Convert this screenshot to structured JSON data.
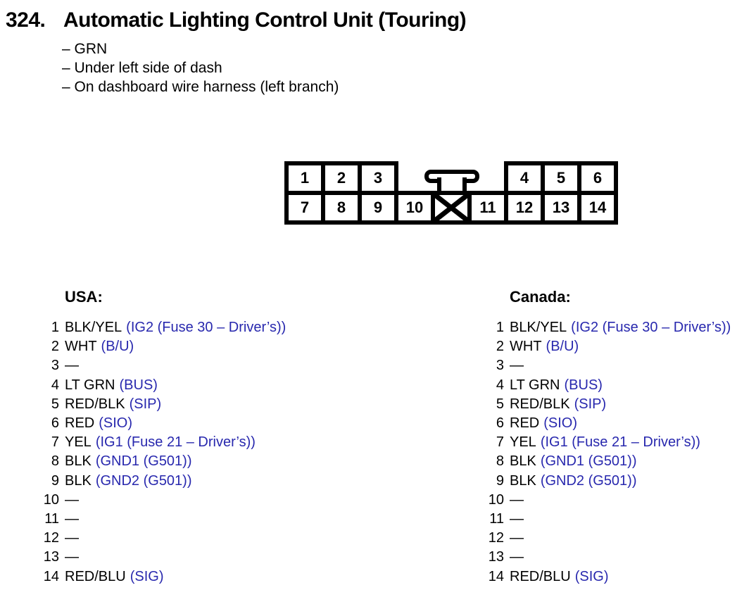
{
  "title": {
    "number": "324.",
    "text": "Automatic Lighting Control Unit (Touring)"
  },
  "notes": [
    "– GRN",
    "– Under left side of dash",
    "– On dashboard wire harness (left branch)"
  ],
  "connector": {
    "top_left_pins": [
      "1",
      "2",
      "3"
    ],
    "top_right_pins": [
      "4",
      "5",
      "6"
    ],
    "bottom_left_pins": [
      "7",
      "8",
      "9",
      "10"
    ],
    "bottom_right_pins": [
      "11",
      "12",
      "13",
      "14"
    ],
    "blocked_cavity": "X",
    "latch_tab": "t-shaped-keyway"
  },
  "colors": {
    "signal_blue": "#2828ae",
    "ink_black": "#000000"
  },
  "columns": [
    {
      "header": "USA:",
      "pins": [
        {
          "num": "1",
          "wire": "BLK/YEL",
          "signal": "(IG2 (Fuse 30 – Driver’s))"
        },
        {
          "num": "2",
          "wire": "WHT",
          "signal": "(B/U)"
        },
        {
          "num": "3",
          "wire": "—",
          "signal": ""
        },
        {
          "num": "4",
          "wire": "LT GRN",
          "signal": "(BUS)"
        },
        {
          "num": "5",
          "wire": "RED/BLK",
          "signal": "(SIP)"
        },
        {
          "num": "6",
          "wire": "RED",
          "signal": "(SIO)"
        },
        {
          "num": "7",
          "wire": "YEL",
          "signal": "(IG1 (Fuse 21 – Driver’s))"
        },
        {
          "num": "8",
          "wire": "BLK",
          "signal": "(GND1 (G501))"
        },
        {
          "num": "9",
          "wire": "BLK",
          "signal": "(GND2 (G501))"
        },
        {
          "num": "10",
          "wire": "—",
          "signal": ""
        },
        {
          "num": "11",
          "wire": "—",
          "signal": ""
        },
        {
          "num": "12",
          "wire": "—",
          "signal": ""
        },
        {
          "num": "13",
          "wire": "—",
          "signal": ""
        },
        {
          "num": "14",
          "wire": "RED/BLU",
          "signal": "(SIG)"
        }
      ]
    },
    {
      "header": "Canada:",
      "pins": [
        {
          "num": "1",
          "wire": "BLK/YEL",
          "signal": "(IG2 (Fuse 30 – Driver’s))"
        },
        {
          "num": "2",
          "wire": "WHT",
          "signal": "(B/U)"
        },
        {
          "num": "3",
          "wire": "—",
          "signal": ""
        },
        {
          "num": "4",
          "wire": "LT GRN",
          "signal": "(BUS)"
        },
        {
          "num": "5",
          "wire": "RED/BLK",
          "signal": "(SIP)"
        },
        {
          "num": "6",
          "wire": "RED",
          "signal": "(SIO)"
        },
        {
          "num": "7",
          "wire": "YEL",
          "signal": "(IG1 (Fuse 21 – Driver’s))"
        },
        {
          "num": "8",
          "wire": "BLK",
          "signal": "(GND1 (G501))"
        },
        {
          "num": "9",
          "wire": "BLK",
          "signal": "(GND2 (G501))"
        },
        {
          "num": "10",
          "wire": "—",
          "signal": ""
        },
        {
          "num": "11",
          "wire": "—",
          "signal": ""
        },
        {
          "num": "12",
          "wire": "—",
          "signal": ""
        },
        {
          "num": "13",
          "wire": "—",
          "signal": ""
        },
        {
          "num": "14",
          "wire": "RED/BLU",
          "signal": "(SIG)"
        }
      ]
    }
  ]
}
